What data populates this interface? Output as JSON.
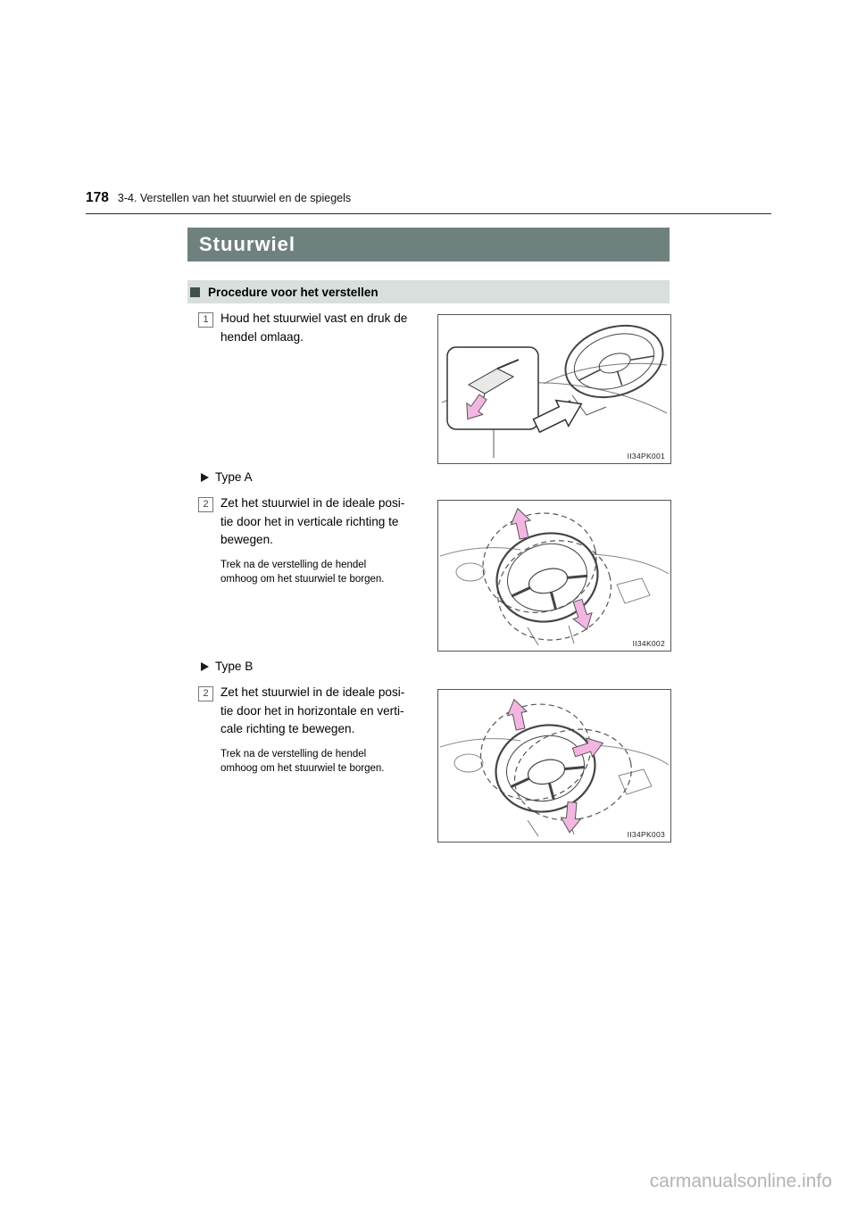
{
  "page": {
    "number": "178",
    "section_header": "3-4. Verstellen van het stuurwiel en de spiegels",
    "title": "Stuurwiel",
    "watermark": "carmanualsonline.info"
  },
  "procedure_heading": "Procedure voor het verstellen",
  "step1": {
    "number": "1",
    "lines": [
      "Houd het stuurwiel vast en druk de",
      "hendel omlaag."
    ],
    "figure_code": "II34PK001"
  },
  "type_a": {
    "label": "Type A",
    "step": {
      "number": "2",
      "lines": [
        "Zet het stuurwiel in de ideale posi-",
        "tie door het in verticale richting te",
        "bewegen."
      ],
      "note_lines": [
        "Trek na de verstelling de hendel",
        "omhoog om het stuurwiel te borgen."
      ],
      "figure_code": "II34K002"
    }
  },
  "type_b": {
    "label": "Type B",
    "step": {
      "number": "2",
      "lines": [
        "Zet het stuurwiel in de ideale posi-",
        "tie door het in horizontale en verti-",
        "cale richting te bewegen."
      ],
      "note_lines": [
        "Trek na de verstelling de hendel",
        "omhoog om het stuurwiel te borgen."
      ],
      "figure_code": "II34PK003"
    }
  }
}
